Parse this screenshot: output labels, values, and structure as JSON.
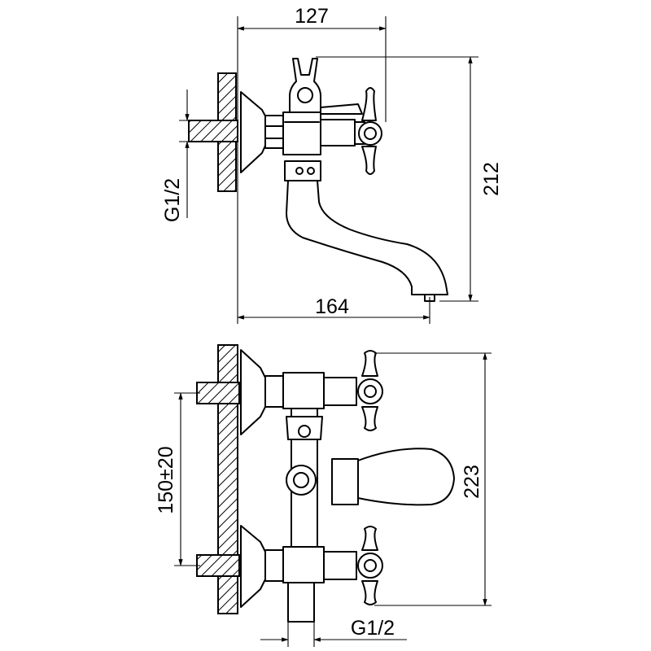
{
  "colors": {
    "line": "#000000",
    "background": "#ffffff"
  },
  "dimensions": {
    "top_width": "127",
    "top_depth": "164",
    "top_height": "212",
    "top_thread": "G1/2",
    "bottom_spacing": "150±20",
    "bottom_height": "223",
    "bottom_thread": "G1/2"
  }
}
